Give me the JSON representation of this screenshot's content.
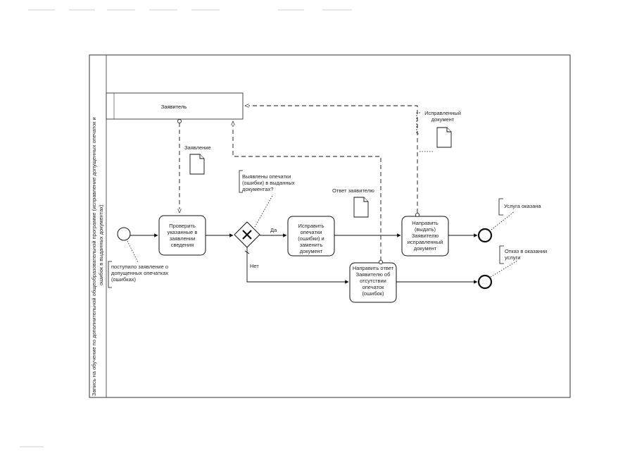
{
  "pool": {
    "title_line1": "Запись на обучение по дополнительной общеобразовательной программе (исправление допущенных опечаток и",
    "title_line2": "ошибок в выданных документах)"
  },
  "lanes": {
    "applicant": "Заявитель"
  },
  "tasks": {
    "check": "Проверить указанные в заявлении сведения",
    "fix": "Исправить опечатки (ошибки) и заменить документ",
    "send_doc": "Направить (выдать) Заявителю исправленный документ",
    "send_reply": "Направить ответ Заявителю об отсутствии опечаток (ошибок)"
  },
  "gateway": {
    "question": "Выявлены опечатки (ошибки) в выданных документах?",
    "yes": "Да",
    "no": "Нет"
  },
  "artifacts": {
    "application": "Заявление",
    "corrected_doc": "Исправленный документ",
    "reply": "Ответ заявителю"
  },
  "annotations": {
    "start": "поступило заявление о допущенных опечатках (ошибках)",
    "end_done": "Услуга оказана",
    "end_refused": "Отказ в оказании услуги"
  }
}
